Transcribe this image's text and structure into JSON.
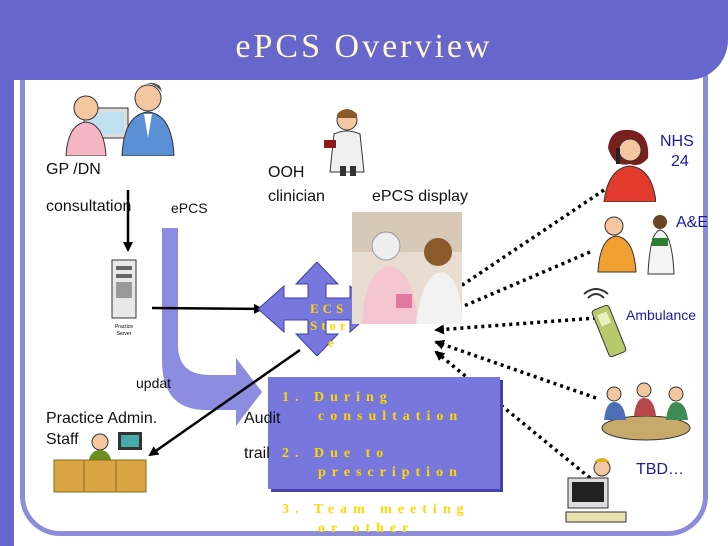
{
  "title": "ePCS Overview",
  "labels": {
    "gp_dn": "GP /DN",
    "consultation": "consultation",
    "epcs": "ePCS",
    "ooh": "OOH",
    "clinician": "clinician",
    "epcs_display": "ePCS display",
    "nhs": "NHS",
    "nhs_num": "24",
    "ae": "A&E",
    "ambulance": "Ambulance",
    "tbd": "TBD…",
    "update": "updat",
    "practice_admin": "Practice Admin.",
    "staff": "Staff",
    "audit": "Audit",
    "trail": "trail",
    "server_caption_1": "Practice",
    "server_caption_2": "Server"
  },
  "ecs_store": {
    "line1": "ECS",
    "line2": "Stor",
    "line3": "e"
  },
  "steps": [
    {
      "line1": "1. During",
      "line2": "consultation"
    },
    {
      "line1": "2. Due to",
      "line2": "prescription"
    },
    {
      "line1": "3. Team meeting",
      "line2": "or other"
    }
  ],
  "colors": {
    "header": "#6666cc",
    "frame": "#8c8cd9",
    "steps_box": "#7777dd",
    "step_text": "#ffd800",
    "ecs_arrow": "#7777dd"
  },
  "icons": [
    "gp-consultation-clipart",
    "nurse-clipart",
    "patient-visit-photo",
    "nhs24-operator-clipart",
    "ae-clipart",
    "ambulance-phone-clipart",
    "team-meeting-clipart",
    "computer-user-clipart",
    "practice-server-icon",
    "admin-staff-clipart"
  ]
}
